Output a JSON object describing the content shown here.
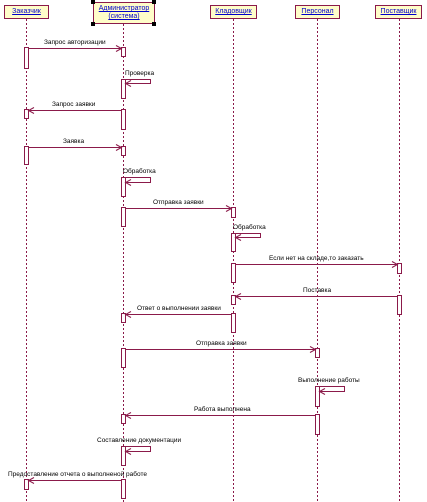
{
  "colors": {
    "lifeline_box_fill": "#fffdc9",
    "line": "#8b1a4a",
    "actor_text": "#0000cc",
    "label_text": "#000000"
  },
  "actors": [
    {
      "id": "customer",
      "label": "Заказчик"
    },
    {
      "id": "admin",
      "label": "Администратор\n(система)"
    },
    {
      "id": "storekeeper",
      "label": "Кладовщик"
    },
    {
      "id": "staff",
      "label": "Персонал"
    },
    {
      "id": "supplier",
      "label": "Поставщик"
    }
  ],
  "messages": [
    {
      "from": "customer",
      "to": "admin",
      "label": "Запрос авторизации"
    },
    {
      "from": "admin",
      "to": "admin",
      "label": "Проверка"
    },
    {
      "from": "admin",
      "to": "customer",
      "label": "Запрос заявки"
    },
    {
      "from": "customer",
      "to": "admin",
      "label": "Заявка"
    },
    {
      "from": "admin",
      "to": "admin",
      "label": "Обработка"
    },
    {
      "from": "admin",
      "to": "storekeeper",
      "label": "Отправка заявки"
    },
    {
      "from": "storekeeper",
      "to": "storekeeper",
      "label": "Обработка"
    },
    {
      "from": "storekeeper",
      "to": "supplier",
      "label": "Если нет на складе,то заказать"
    },
    {
      "from": "supplier",
      "to": "storekeeper",
      "label": "Поставка"
    },
    {
      "from": "storekeeper",
      "to": "admin",
      "label": "Ответ о выполнении заявки"
    },
    {
      "from": "admin",
      "to": "staff",
      "label": "Отправка заявки"
    },
    {
      "from": "staff",
      "to": "staff",
      "label": "Выполнение работы"
    },
    {
      "from": "staff",
      "to": "admin",
      "label": "Работа выполнена"
    },
    {
      "from": "admin",
      "to": "admin",
      "label": "Составление документации"
    },
    {
      "from": "admin",
      "to": "customer",
      "label": "Предоставление отчета о выполненой работе"
    }
  ]
}
